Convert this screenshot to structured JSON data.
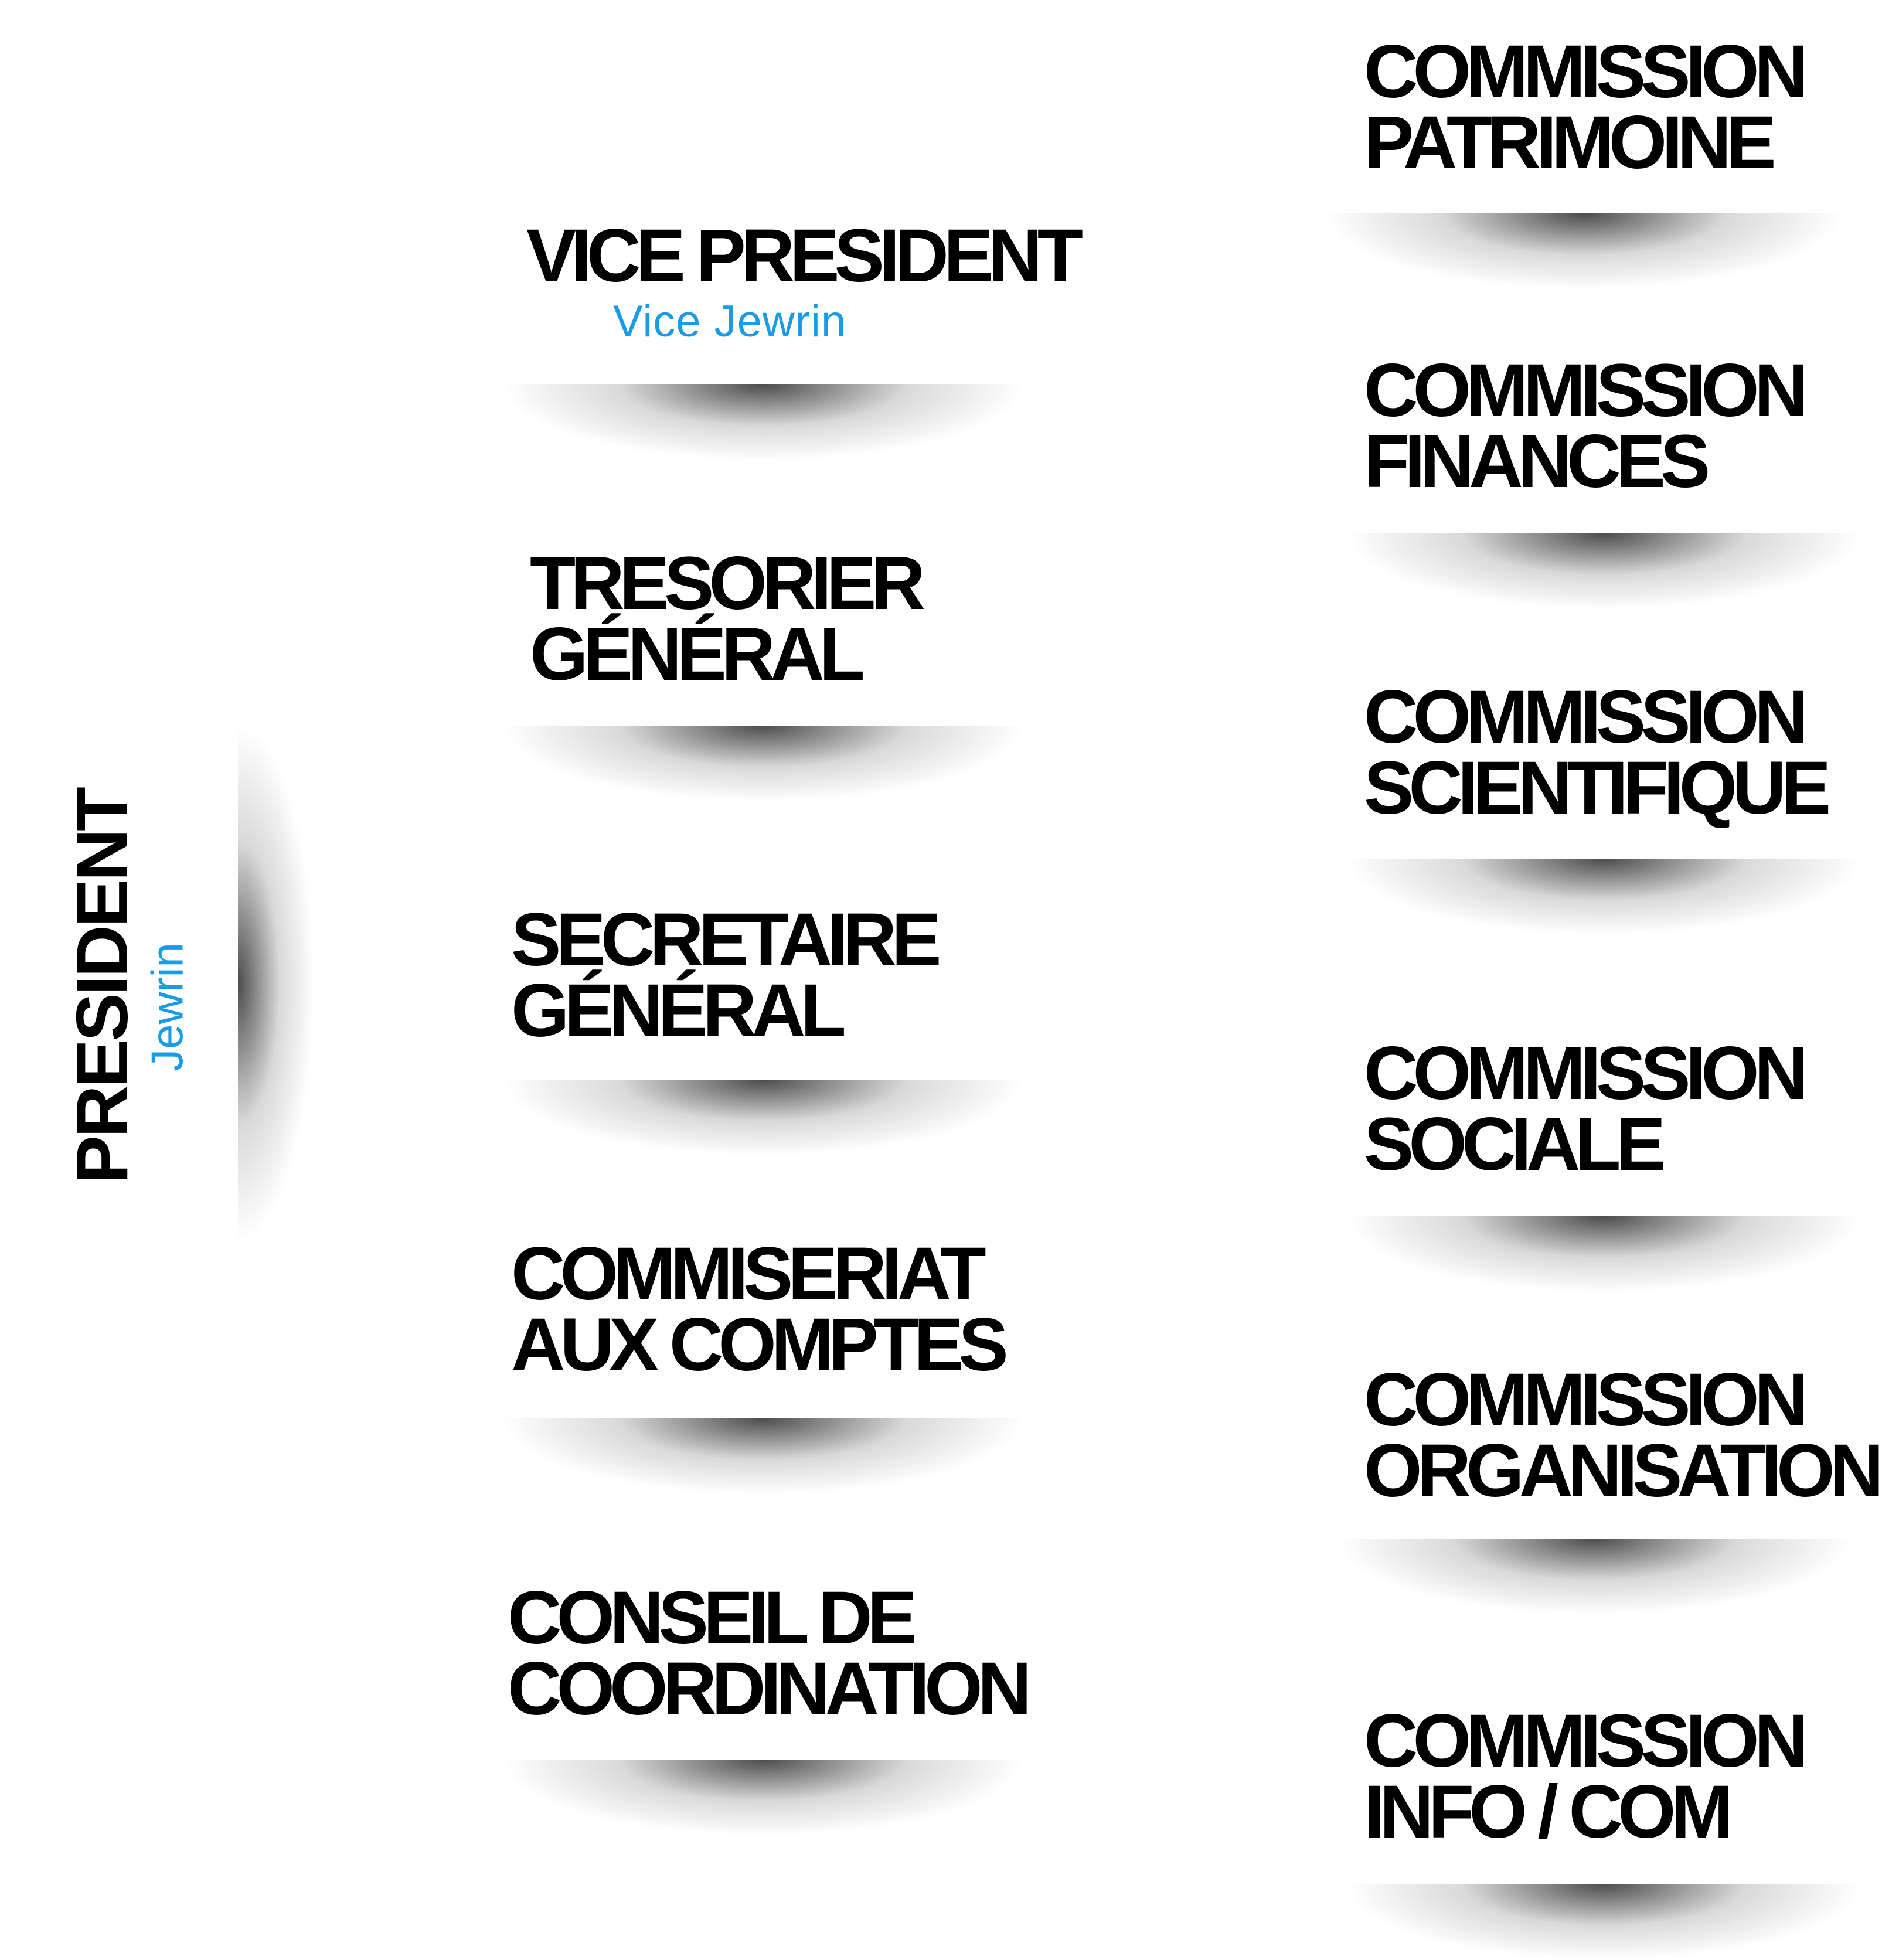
{
  "president": {
    "title": "PRESIDENT",
    "name": "Jewrin"
  },
  "left_column": [
    {
      "title_lines": [
        "VICE PRESIDENT"
      ],
      "name": "Vice Jewrin"
    },
    {
      "title_lines": [
        "TRESORIER",
        "GÉNÉRAL"
      ]
    },
    {
      "title_lines": [
        "SECRETAIRE",
        "GÉNÉRAL"
      ]
    },
    {
      "title_lines": [
        "COMMISERIAT",
        "AUX COMPTES"
      ]
    },
    {
      "title_lines": [
        "CONSEIL DE",
        "COORDINATION"
      ]
    }
  ],
  "right_column": [
    {
      "title_lines": [
        "COMMISSION",
        "PATRIMOINE"
      ]
    },
    {
      "title_lines": [
        "COMMISSION",
        "FINANCES"
      ]
    },
    {
      "title_lines": [
        "COMMISSION",
        "SCIENTIFIQUE"
      ]
    },
    {
      "title_lines": [
        "COMMISSION",
        "SOCIALE"
      ]
    },
    {
      "title_lines": [
        "COMMISSION",
        "ORGANISATION"
      ]
    },
    {
      "title_lines": [
        "COMMISSION",
        "INFO / COM"
      ]
    }
  ],
  "colors": {
    "accent": "#1a9be8",
    "text": "#000000"
  }
}
